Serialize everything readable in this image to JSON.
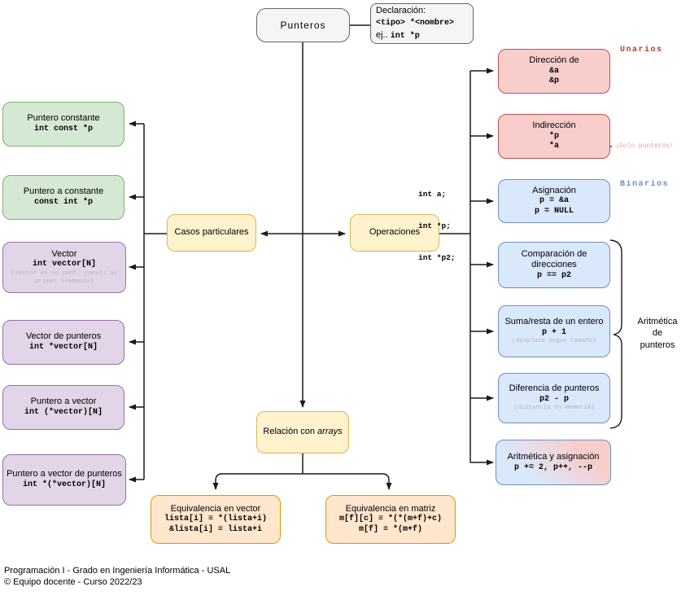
{
  "diagram": {
    "root_label": "Punteros",
    "declaration": {
      "title": "Declaración:",
      "syntax": "<tipo> *<nombre>",
      "example_prefix": "ej.. ",
      "example_code": "int *p"
    },
    "casos_label": "Casos particulares",
    "operaciones_label": "Operaciones",
    "relacion_prefix": "Relación con ",
    "relacion_italic": "arrays"
  },
  "left_boxes": [
    {
      "title": "Puntero constante",
      "code": "int const *p"
    },
    {
      "title": "Puntero a constante",
      "code": "const int *p"
    },
    {
      "title": "Vector",
      "code": "int vector[N]",
      "note1": "(vector es un punt. const. al",
      "note2": "primer elemento)"
    },
    {
      "title": "Vector de punteros",
      "code": "int *vector[N]"
    },
    {
      "title": "Puntero a vector",
      "code": "int (*vector)[N]"
    },
    {
      "title": "Puntero a vector de punteros",
      "code": "int *(*vector)[N]"
    }
  ],
  "right_boxes": [
    {
      "title": "Dirección de",
      "code1": "&a",
      "code2": "&p"
    },
    {
      "title": "Indirección",
      "code1": "*p",
      "code2": "*a"
    },
    {
      "title": "Asignación",
      "code1": "p = &a",
      "code2": "p = NULL"
    },
    {
      "title": "Comparación de direcciones",
      "code1": "p == p2"
    },
    {
      "title": "Suma/resta de un entero",
      "code1": "p + 1",
      "note": "(desplaza según tamaño)"
    },
    {
      "title": "Diferencia de punteros",
      "code1": "p2 - p",
      "note": "(distancia en memoria)"
    },
    {
      "title": "Aritmética y asignación",
      "code1": "p += 2, p++, --p"
    }
  ],
  "equivalencias": [
    {
      "title": "Equivalencia en vector",
      "code1": "lista[i] ≡ *(lista+i)",
      "code2": "&lista[i] ≡ lista+i"
    },
    {
      "title": "Equivalencia en matriz",
      "code1": "m[f][c] ≡ *(*(m+f)+c)",
      "code2": "m[f] ≡ *(m+f)"
    }
  ],
  "annotations": {
    "unarios": "Unarios",
    "binarios": "Binarios",
    "solo_punteros": "¡Solo punteros!",
    "var_decl_1": "int a;",
    "var_decl_2": "int *p;",
    "var_decl_3": "int *p2;",
    "aritmetica_line1": "Aritmética",
    "aritmetica_line2": "de",
    "aritmetica_line3": "punteros"
  },
  "footer": {
    "line1": "Programación I - Grado en Ingeniería Informática - USAL",
    "line2": "© Equipo docente - Curso 2022/23"
  },
  "colors": {
    "green_fill": "#d5e8d4",
    "green_border": "#82b366",
    "purple_fill": "#e1d5e7",
    "purple_border": "#9673a6",
    "yellow_fill": "#fff2cc",
    "yellow_border": "#d6b656",
    "orange_fill": "#ffe6cc",
    "orange_border": "#d79b00",
    "red_fill": "#f8cecc",
    "red_border": "#b85450",
    "blue_fill": "#dae8fc",
    "blue_border": "#6c8ebf",
    "gray_fill": "#f5f5f5",
    "gray_border": "#666666",
    "unarios_text": "#c0392b",
    "binarios_text": "#6c8ebf",
    "solo_punteros_text": "#e5a3a0",
    "note_text": "#b5b5b5"
  }
}
